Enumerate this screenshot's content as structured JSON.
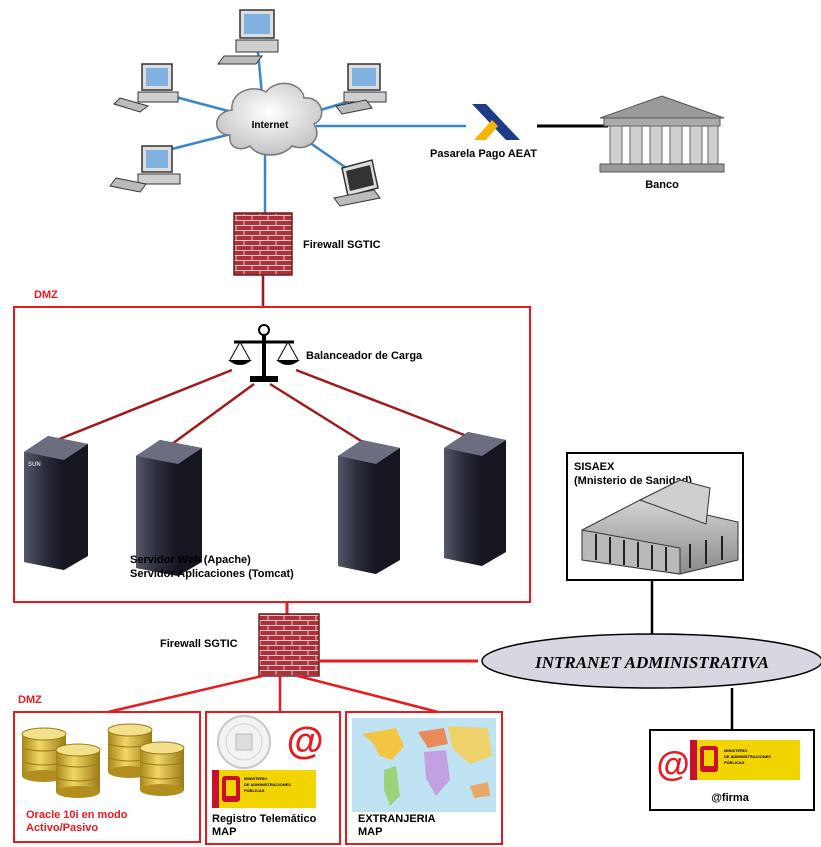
{
  "labels": {
    "internet": "Internet",
    "pasarela": "Pasarela Pago AEAT",
    "banco": "Banco",
    "firewall_top": "Firewall SGTIC",
    "dmz_top": "DMZ",
    "balanceador": "Balanceador de Carga",
    "servidor_web": "Servidor Web (Apache)",
    "servidor_app": "Servidor Aplicaciones (Tomcat)",
    "firewall_bottom": "Firewall SGTIC",
    "dmz_bottom": "DMZ",
    "intranet": "INTRANET ADMINISTRATIVA",
    "sisaex_line1": "SISAEX",
    "sisaex_line2": "(Mnisterio de Sanidad)",
    "oracle_line1": "Oracle 10i en modo",
    "oracle_line2": "Activo/Pasivo",
    "registro_line1": "Registro Telemático",
    "registro_line2": "MAP",
    "extranjeria_line1": "EXTRANJERIA",
    "extranjeria_line2": "MAP",
    "firma": "@firma",
    "at_symbol": "@",
    "ministerio_line1": "MINISTERIO",
    "ministerio_line2": "DE ADMINISTRACIONES",
    "ministerio_line3": "PÚBLICAS",
    "server_brand": "SUN"
  },
  "icons": [
    "computer-icon",
    "cloud-icon",
    "aeat-logo",
    "bank-icon",
    "firewall-icon",
    "balance-scale-icon",
    "server-rack-icon",
    "building-icon",
    "database-icon",
    "world-map-icon",
    "seal-icon",
    "coat-of-arms-icon"
  ],
  "colors": {
    "red": "#e8191f",
    "dark_red_link": "#a01a1a",
    "blue_link": "#3a86c8",
    "brick": "#b0303a",
    "ellipse_fill": "#d7d7e2",
    "db_gold": "#d8b232",
    "ministerio_yellow": "#f2d400"
  }
}
